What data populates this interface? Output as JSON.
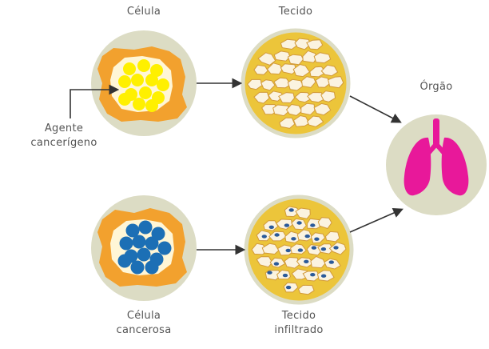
{
  "labels": {
    "cell": "Célula",
    "tissue": "Tecido",
    "organ": "Órgão",
    "carcinogen_line1": "Agente",
    "carcinogen_line2": "cancerígeno",
    "cancer_cell_line1": "Célula",
    "cancer_cell_line2": "cancerosa",
    "infiltrated_tissue_line1": "Tecido",
    "infiltrated_tissue_line2": "infiltrado"
  },
  "colors": {
    "disc": "#dcdcc4",
    "orange": "#f2a12e",
    "cell_yellow": "#fff000",
    "cell_blue": "#1c6fb5",
    "tissue_bg": "#ecc53a",
    "tissue_cell": "#fbf3e0",
    "tissue_border": "#d29a3a",
    "infiltrate": "#2b5a9a",
    "lungs": "#e8189a",
    "arrow": "#333333"
  },
  "icons": {
    "organ": "lungs-icon",
    "pointer": "elbow-arrow-icon"
  }
}
